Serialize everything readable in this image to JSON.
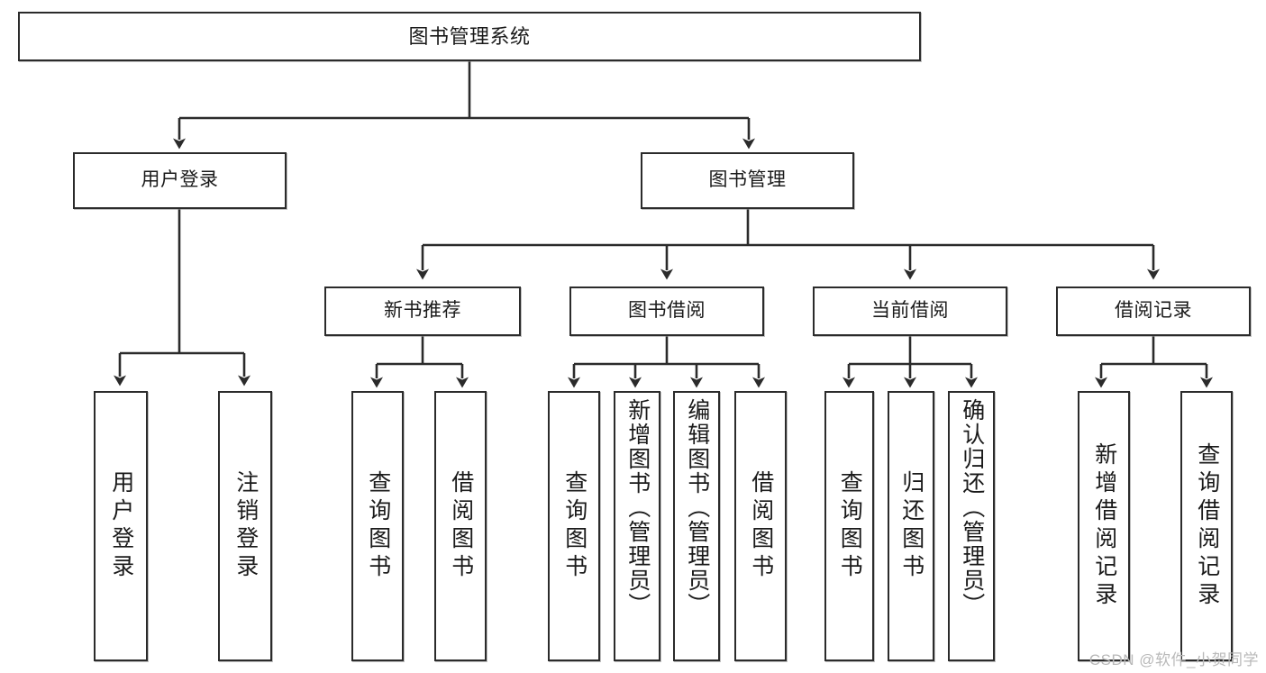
{
  "diagram": {
    "title": "图书管理系统",
    "type": "tree-hierarchy",
    "levels": {
      "root": "图书管理系统",
      "level2": [
        "用户登录",
        "图书管理"
      ],
      "level3": [
        "新书推荐",
        "图书借阅",
        "当前借阅",
        "借阅记录"
      ]
    },
    "nodes": {
      "root": {
        "label": "图书管理系统"
      },
      "user_login": {
        "label": "用户登录"
      },
      "book_manage": {
        "label": "图书管理"
      },
      "new_book_rec": {
        "label": "新书推荐"
      },
      "book_borrow": {
        "label": "图书借阅"
      },
      "current_borrow": {
        "label": "当前借阅"
      },
      "borrow_record": {
        "label": "借阅记录"
      },
      "leaf_user_login": {
        "label": "用户登录"
      },
      "leaf_logout": {
        "label": "注销登录"
      },
      "leaf_query_book_1": {
        "label": "查询图书"
      },
      "leaf_borrow_book_1": {
        "label": "借阅图书"
      },
      "leaf_query_book_2": {
        "label": "查询图书"
      },
      "leaf_add_book": {
        "label": "新增图书（管理员）"
      },
      "leaf_edit_book": {
        "label": "编辑图书（管理员）"
      },
      "leaf_borrow_book_2": {
        "label": "借阅图书"
      },
      "leaf_query_book_3": {
        "label": "查询图书"
      },
      "leaf_return_book": {
        "label": "归还图书"
      },
      "leaf_confirm_return": {
        "label": "确认归还（管理员）"
      },
      "leaf_add_record": {
        "label": "新增借阅记录"
      },
      "leaf_query_record": {
        "label": "查询借阅记录"
      }
    },
    "colors": {
      "node_border": "#2b2b2b",
      "node_fill": "#ffffff",
      "edge": "#2b2b2b",
      "text": "#1a1a1a",
      "watermark": "#b9b9b9"
    }
  },
  "watermark": {
    "text": "CSDN @软件_小贺同学"
  }
}
